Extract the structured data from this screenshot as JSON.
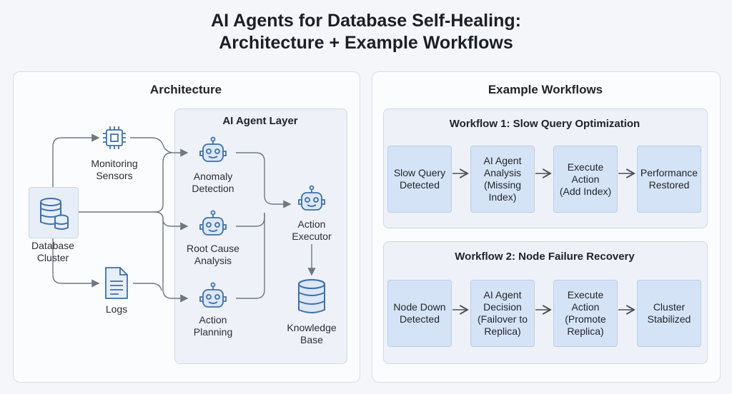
{
  "title": {
    "line1": "AI Agents for Database Self-Healing:",
    "line2": "Architecture + Example Workflows"
  },
  "architecture": {
    "heading": "Architecture",
    "agent_layer_title": "AI Agent Layer",
    "nodes": {
      "database": "Database\nCluster",
      "sensors": "Monitoring\nSensors",
      "logs": "Logs",
      "anomaly": "Anomaly\nDetection",
      "root_cause": "Root Cause\nAnalysis",
      "planning": "Action\nPlanning",
      "executor": "Action\nExecutor",
      "knowledge": "Knowledge\nBase"
    },
    "icons": {
      "database": "database-icon",
      "sensors": "chip-icon",
      "logs": "document-icon",
      "agents": "robot-icon",
      "knowledge": "database-icon"
    }
  },
  "workflows": {
    "heading": "Example Workflows",
    "items": [
      {
        "title": "Workflow 1: Slow Query Optimization",
        "steps": [
          "Slow Query\nDetected",
          "AI Agent\nAnalysis\n(Missing\nIndex)",
          "Execute\nAction\n(Add Index)",
          "Performance\nRestored"
        ]
      },
      {
        "title": "Workflow 2: Node Failure Recovery",
        "steps": [
          "Node Down\nDetected",
          "AI Agent\nDecision\n(Failover to\nReplica)",
          "Execute\nAction\n(Promote\nReplica)",
          "Cluster\nStabilized"
        ]
      }
    ]
  },
  "colors": {
    "accent": "#3d6fb0",
    "step_fill": "#d5e3f7",
    "layer_fill": "#eef2f8",
    "line": "#6f7782"
  }
}
